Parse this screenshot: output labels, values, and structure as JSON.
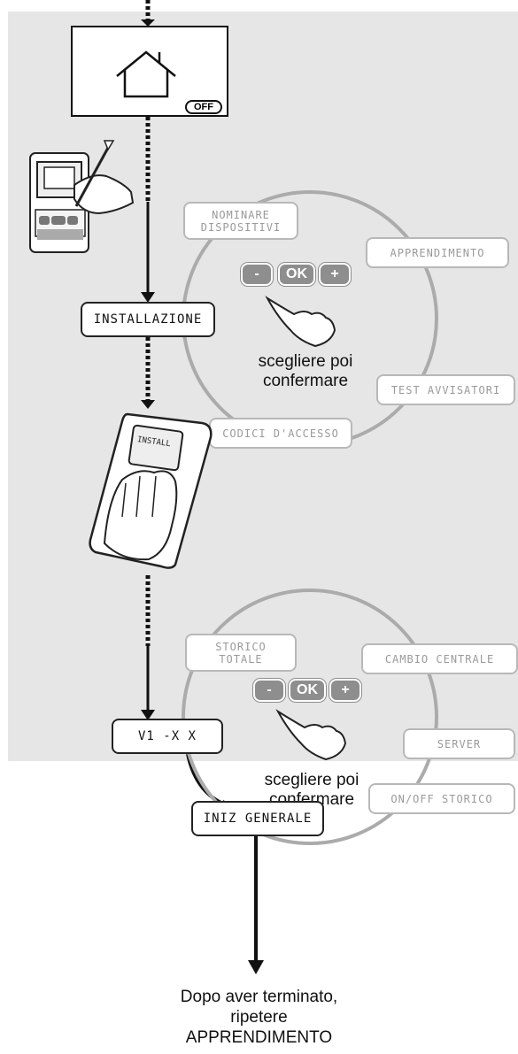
{
  "screen": {
    "off_label": "OFF"
  },
  "steps": {
    "installazione": "INSTALLAZIONE",
    "remote_display": "INSTALL",
    "version": "V1 -X X",
    "iniz_generale": "INIZ GENERALE"
  },
  "menu1": {
    "nominare_line1": "NOMINARE",
    "nominare_line2": "DISPOSITIVI",
    "apprendimento": "APPRENDIMENTO",
    "test_avvisatori": "TEST AVVISATORI",
    "codici_accesso": "CODICI D'ACCESSO"
  },
  "menu2": {
    "storico_line1": "STORICO",
    "storico_line2": "TOTALE",
    "cambio_centrale": "CAMBIO CENTRALE",
    "server": "SERVER",
    "onoff_storico": "ON/OFF STORICO"
  },
  "buttons": {
    "minus": "-",
    "ok": "OK",
    "plus": "+"
  },
  "captions": {
    "line1": "scegliere poi",
    "line2": "confermare"
  },
  "footer": {
    "line1": "Dopo aver terminato,",
    "line2": "ripetere",
    "line3": "APPRENDIMENTO"
  },
  "icons": [
    "home-icon",
    "keypad-icon",
    "pen-hand-icon",
    "remote-control-icon",
    "pressing-hand-icon",
    "pointing-hand-icon"
  ]
}
